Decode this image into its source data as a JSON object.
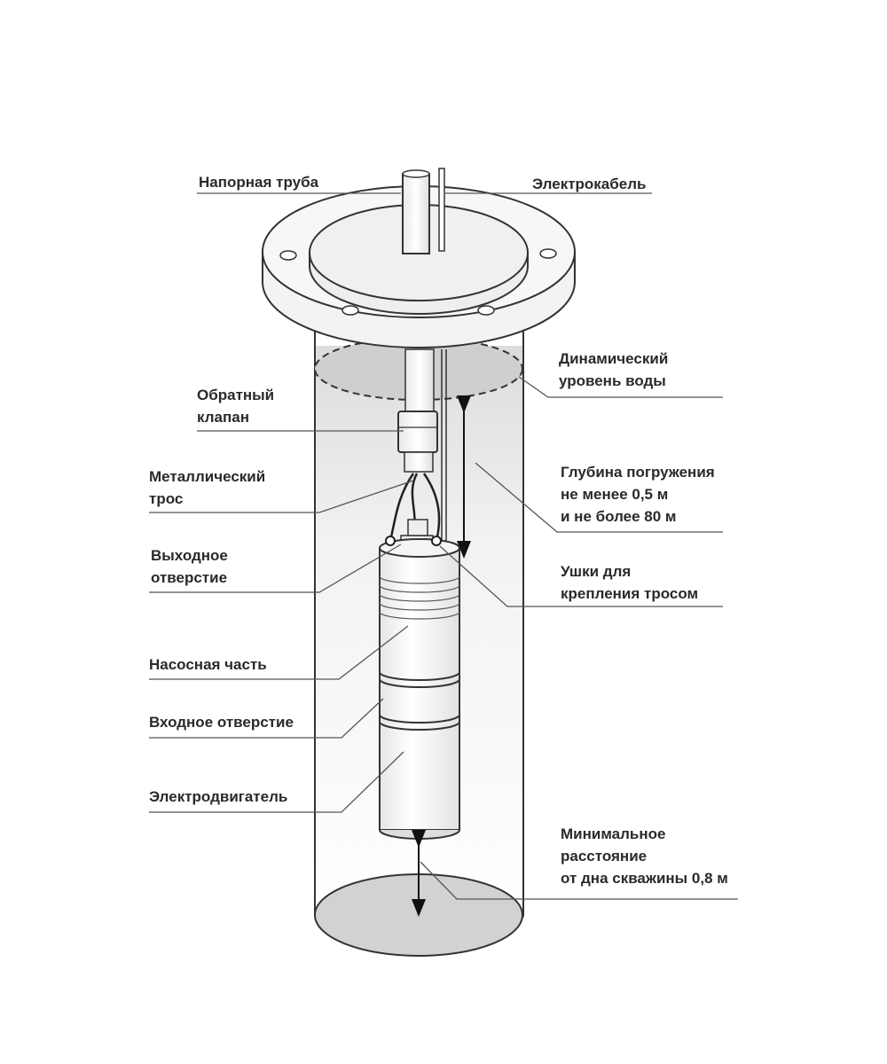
{
  "labels": {
    "pressure_pipe": "Напорная труба",
    "power_cable": "Электрокабель",
    "dynamic_level": [
      "Динамический",
      "уровень воды"
    ],
    "check_valve": [
      "Обратный",
      "клапан"
    ],
    "metal_cable": [
      "Металлический",
      "трос"
    ],
    "immersion_depth": [
      "Глубина погружения",
      "не менее 0,5 м",
      "и не более 80 м"
    ],
    "outlet": [
      "Выходное",
      "отверстие"
    ],
    "lugs": [
      "Ушки для",
      "крепления тросом"
    ],
    "pump_part": "Насосная часть",
    "inlet": "Входное отверстие",
    "motor": "Электродвигатель",
    "min_distance": [
      "Минимальное",
      "расстояние",
      "от дна скважины 0,8 м"
    ]
  },
  "colors": {
    "stroke": "#333333",
    "label_text": "#2a2a2a",
    "leader_line": "#555555",
    "water_top": "#d0d0d0",
    "pump_body": "#f4f4f4",
    "well_bottom": "#d2d2d2"
  }
}
